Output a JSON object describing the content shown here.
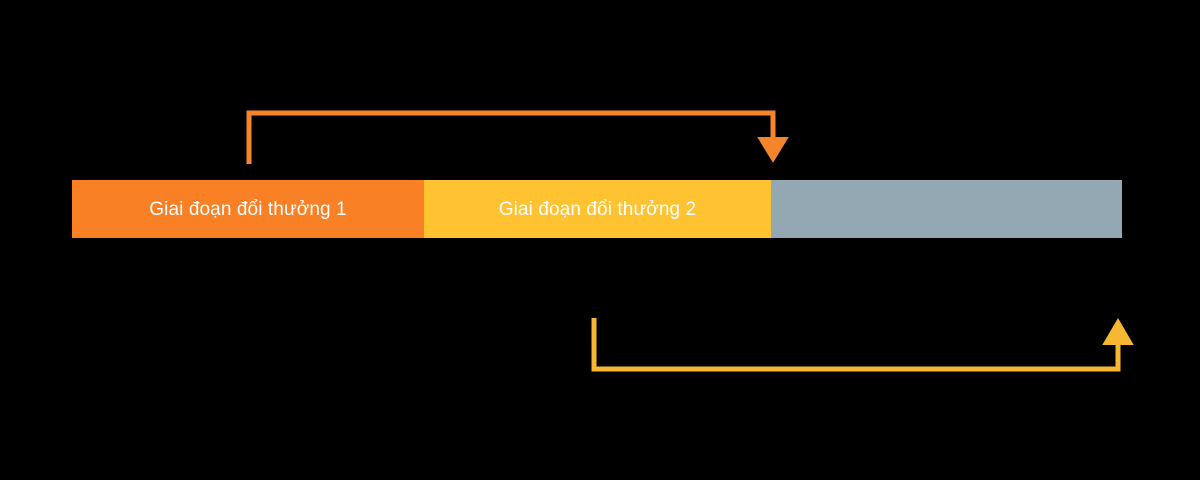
{
  "diagram": {
    "type": "timeline-bar",
    "background_color": "#000000",
    "timeline": {
      "segments": [
        {
          "id": "phase-1",
          "label": "Giai đoạn đổi thưởng 1",
          "color": "#F98024",
          "text_color": "#FFFFFF"
        },
        {
          "id": "phase-2",
          "label": "Giai đoạn đổi thưởng 2",
          "color": "#FFC231",
          "text_color": "#FFFFFF"
        },
        {
          "id": "remaining",
          "label": "",
          "color": "#93A8B3",
          "text_color": "#FFFFFF"
        }
      ]
    },
    "ticks": [
      {
        "id": "start",
        "label": ""
      },
      {
        "id": "mid-one",
        "label": ""
      },
      {
        "id": "mid-two",
        "label": ""
      },
      {
        "id": "end",
        "label": ""
      }
    ],
    "captions": {
      "top": "",
      "bottom": ""
    },
    "arrows": [
      {
        "id": "top-bracket",
        "color": "#F5842A",
        "direction": "down",
        "orientation": "bracket-over"
      },
      {
        "id": "bottom-bracket",
        "color": "#F7B733",
        "direction": "up",
        "orientation": "bracket-under"
      }
    ]
  }
}
